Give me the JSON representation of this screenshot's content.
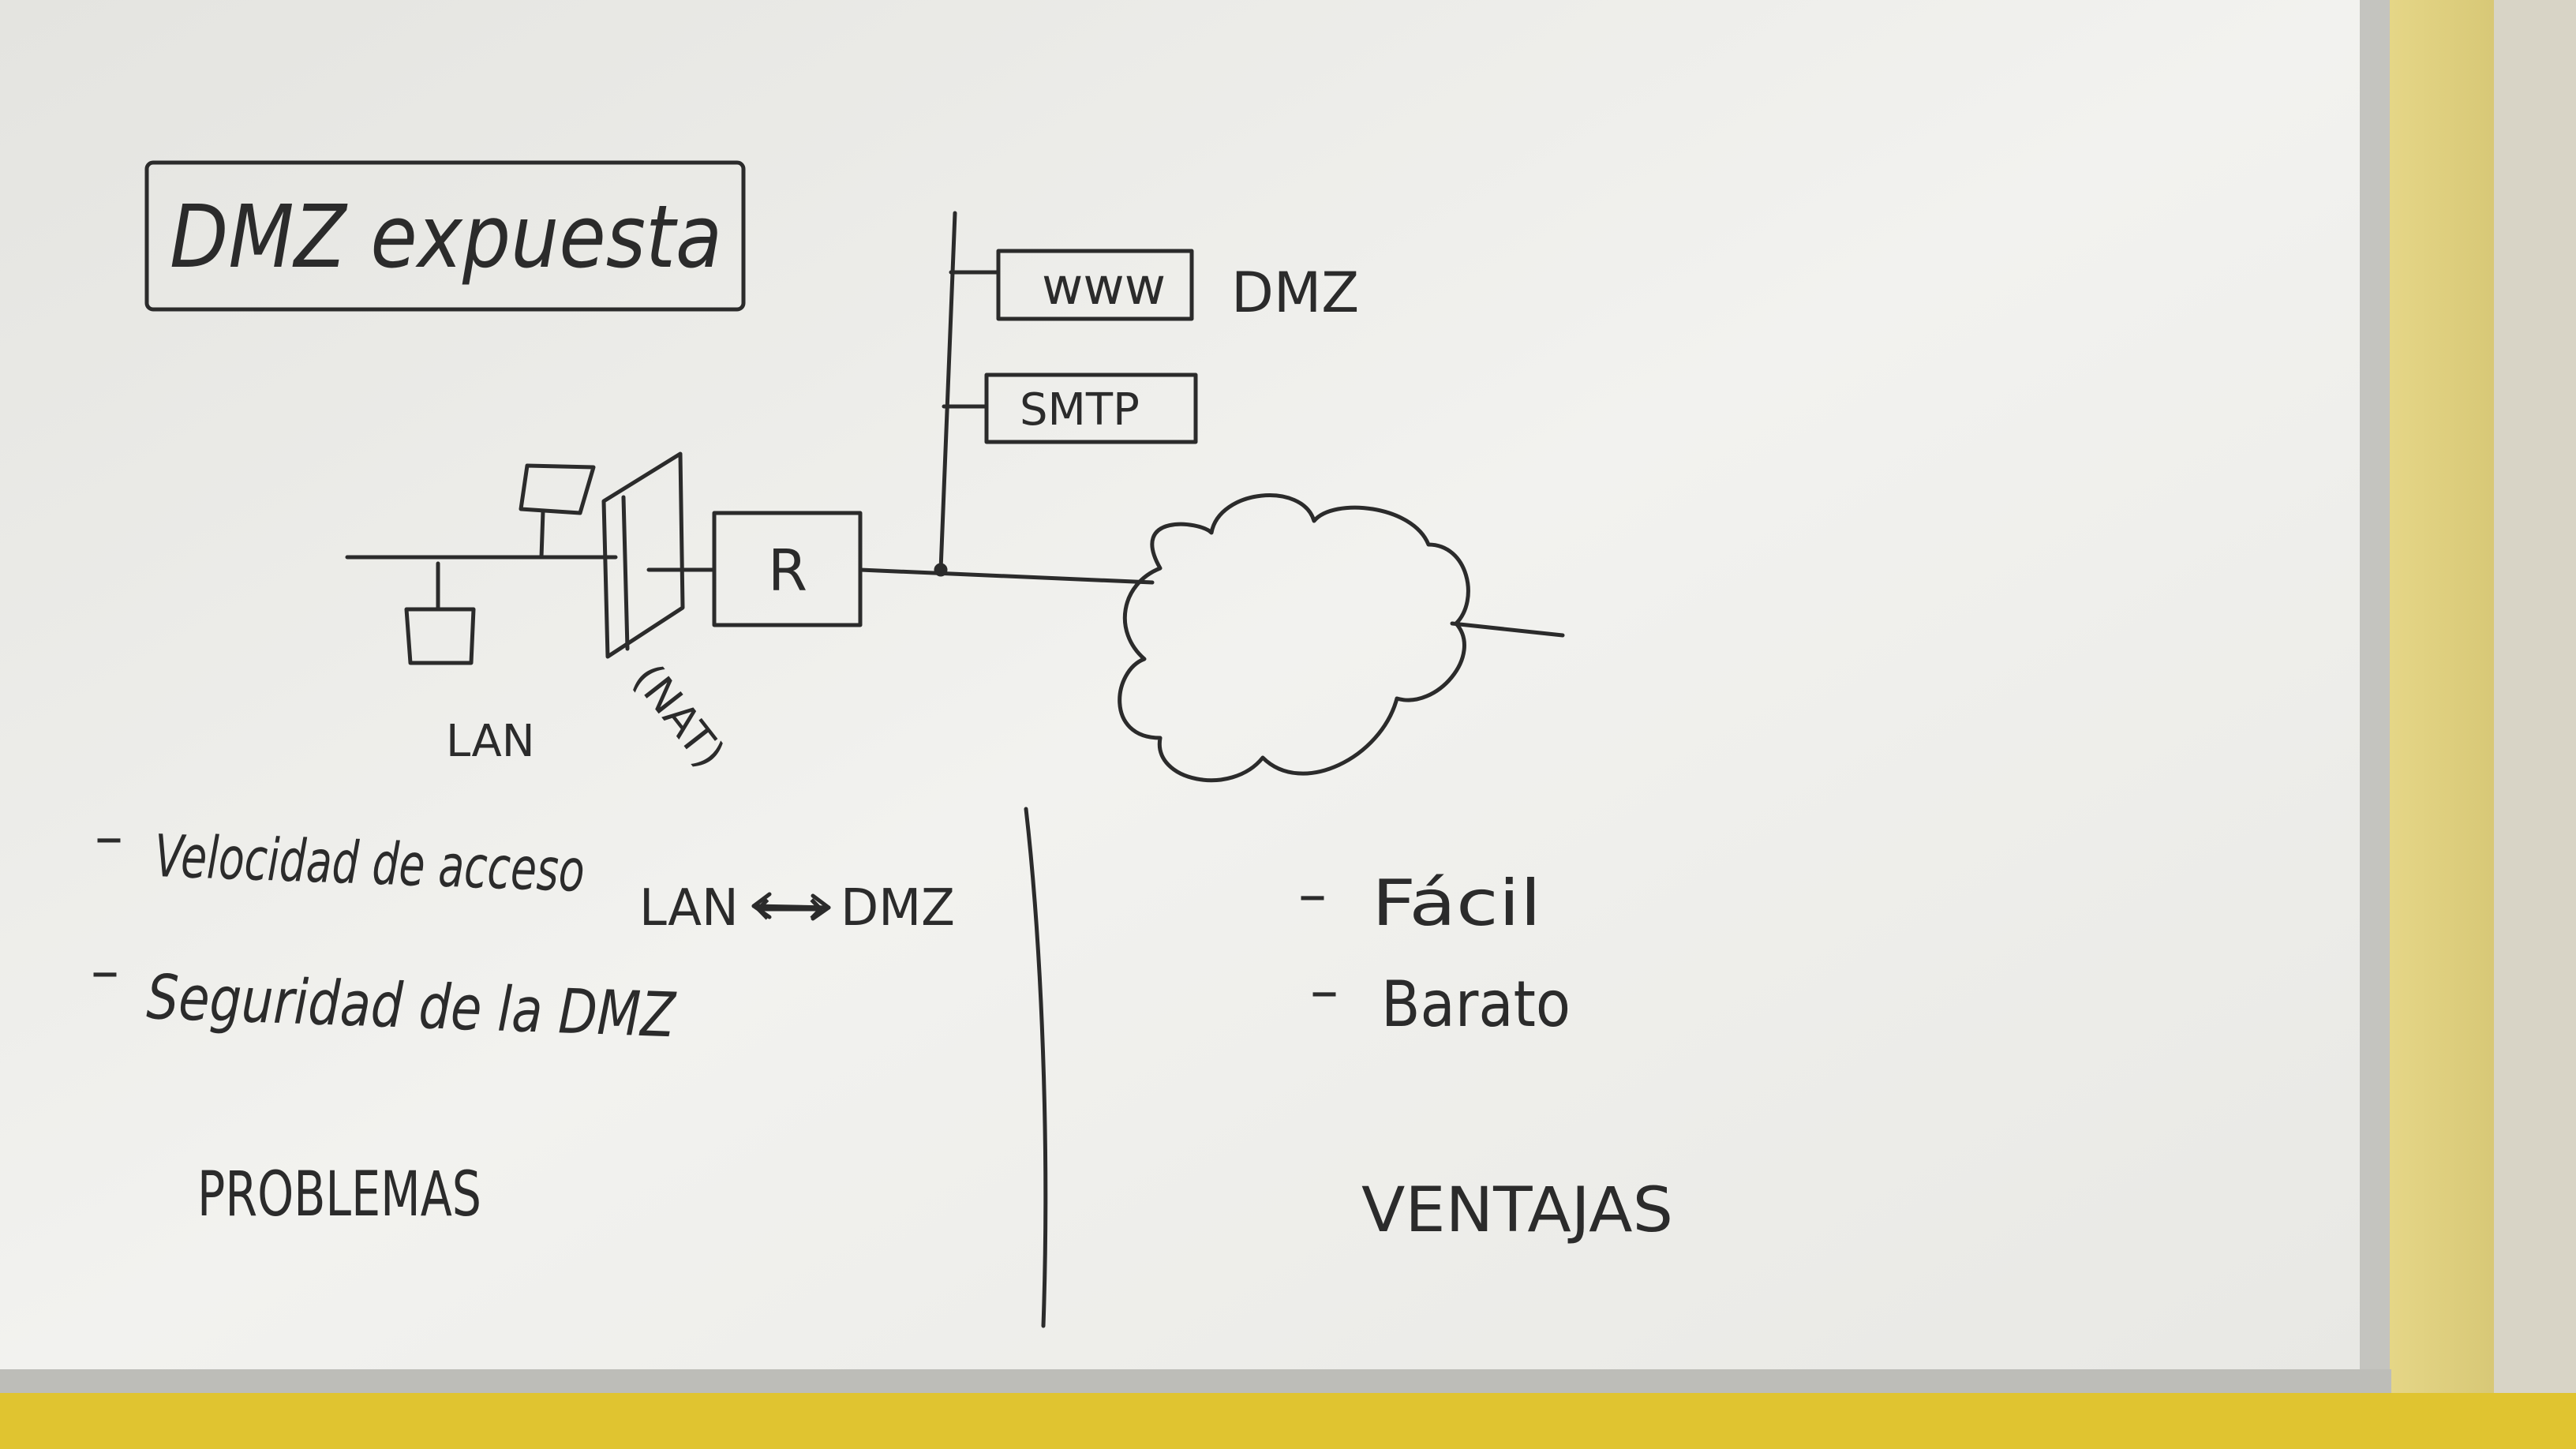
{
  "whiteboard": {
    "title": "DMZ expuesta",
    "diagram": {
      "dmz_label": "DMZ",
      "server_www": "www",
      "server_smtp": "SMTP",
      "router_label": "R",
      "lan_label": "LAN",
      "nat_label": "(NAT)"
    },
    "problems": {
      "items": [
        {
          "dash": "–",
          "text": "Velocidad de acceso",
          "detail": "LAN ⟷ DMZ"
        },
        {
          "dash": "–",
          "text": "Seguridad de la DMZ"
        }
      ],
      "heading": "PROBLEMAS"
    },
    "advantages": {
      "items": [
        {
          "dash": "–",
          "text": "Fácil"
        },
        {
          "dash": "–",
          "text": "Barato"
        }
      ],
      "heading": "VENTAJAS"
    }
  },
  "colors": {
    "board": "#eeeeea",
    "ink": "#2b2b2b",
    "frame": "#c9c9c4",
    "wall_yellow": "#e6d27a",
    "tray": "#d9c23d"
  }
}
